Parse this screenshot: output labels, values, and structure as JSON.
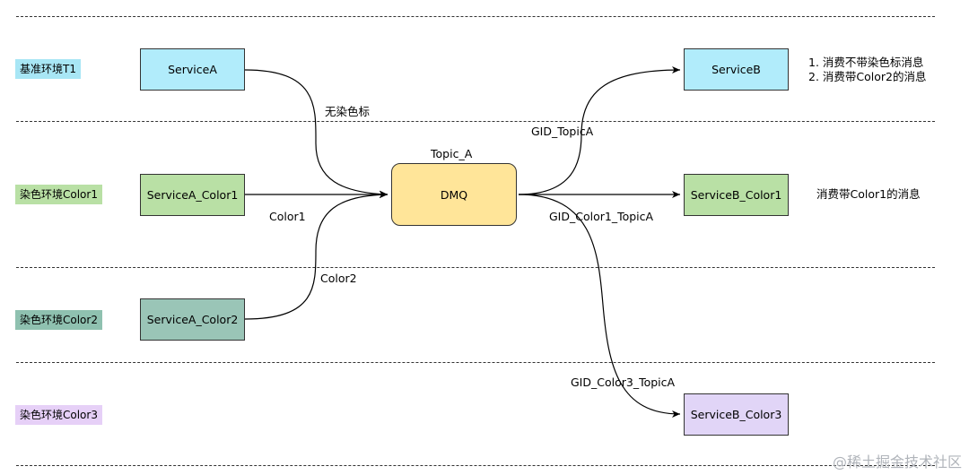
{
  "environments": [
    {
      "label": "基准环境T1",
      "color": "#a8e6f5"
    },
    {
      "label": "染色环境Color1",
      "color": "#b9e0a5"
    },
    {
      "label": "染色环境Color2",
      "color": "#8fc1b0"
    },
    {
      "label": "染色环境Color3",
      "color": "#e6d0f7"
    }
  ],
  "producers": [
    {
      "label": "ServiceA",
      "color": "#b1ecfb"
    },
    {
      "label": "ServiceA_Color1",
      "color": "#b9e0a5"
    },
    {
      "label": "ServiceA_Color2",
      "color": "#9ac5b7"
    }
  ],
  "broker": {
    "label": "DMQ",
    "topic": "Topic_A",
    "color": "#ffe599"
  },
  "consumers": [
    {
      "label": "ServiceB",
      "color": "#b1ecfb"
    },
    {
      "label": "ServiceB_Color1",
      "color": "#b9e0a5"
    },
    {
      "label": "ServiceB_Color3",
      "color": "#e1d5f7"
    }
  ],
  "edge_labels": {
    "a_no_color": "无染色标",
    "a_color1": "Color1",
    "a_color2": "Color2",
    "gid_topica": "GID_TopicA",
    "gid_color1": "GID_Color1_TopicA",
    "gid_color3": "GID_Color3_TopicA"
  },
  "notes": {
    "serviceb_line1": "1. 消费不带染色标消息",
    "serviceb_line2": "2. 消费带Color2的消息",
    "serviceb_color1": "消费带Color1的消息"
  },
  "watermark": "@稀土掘金技术社区"
}
